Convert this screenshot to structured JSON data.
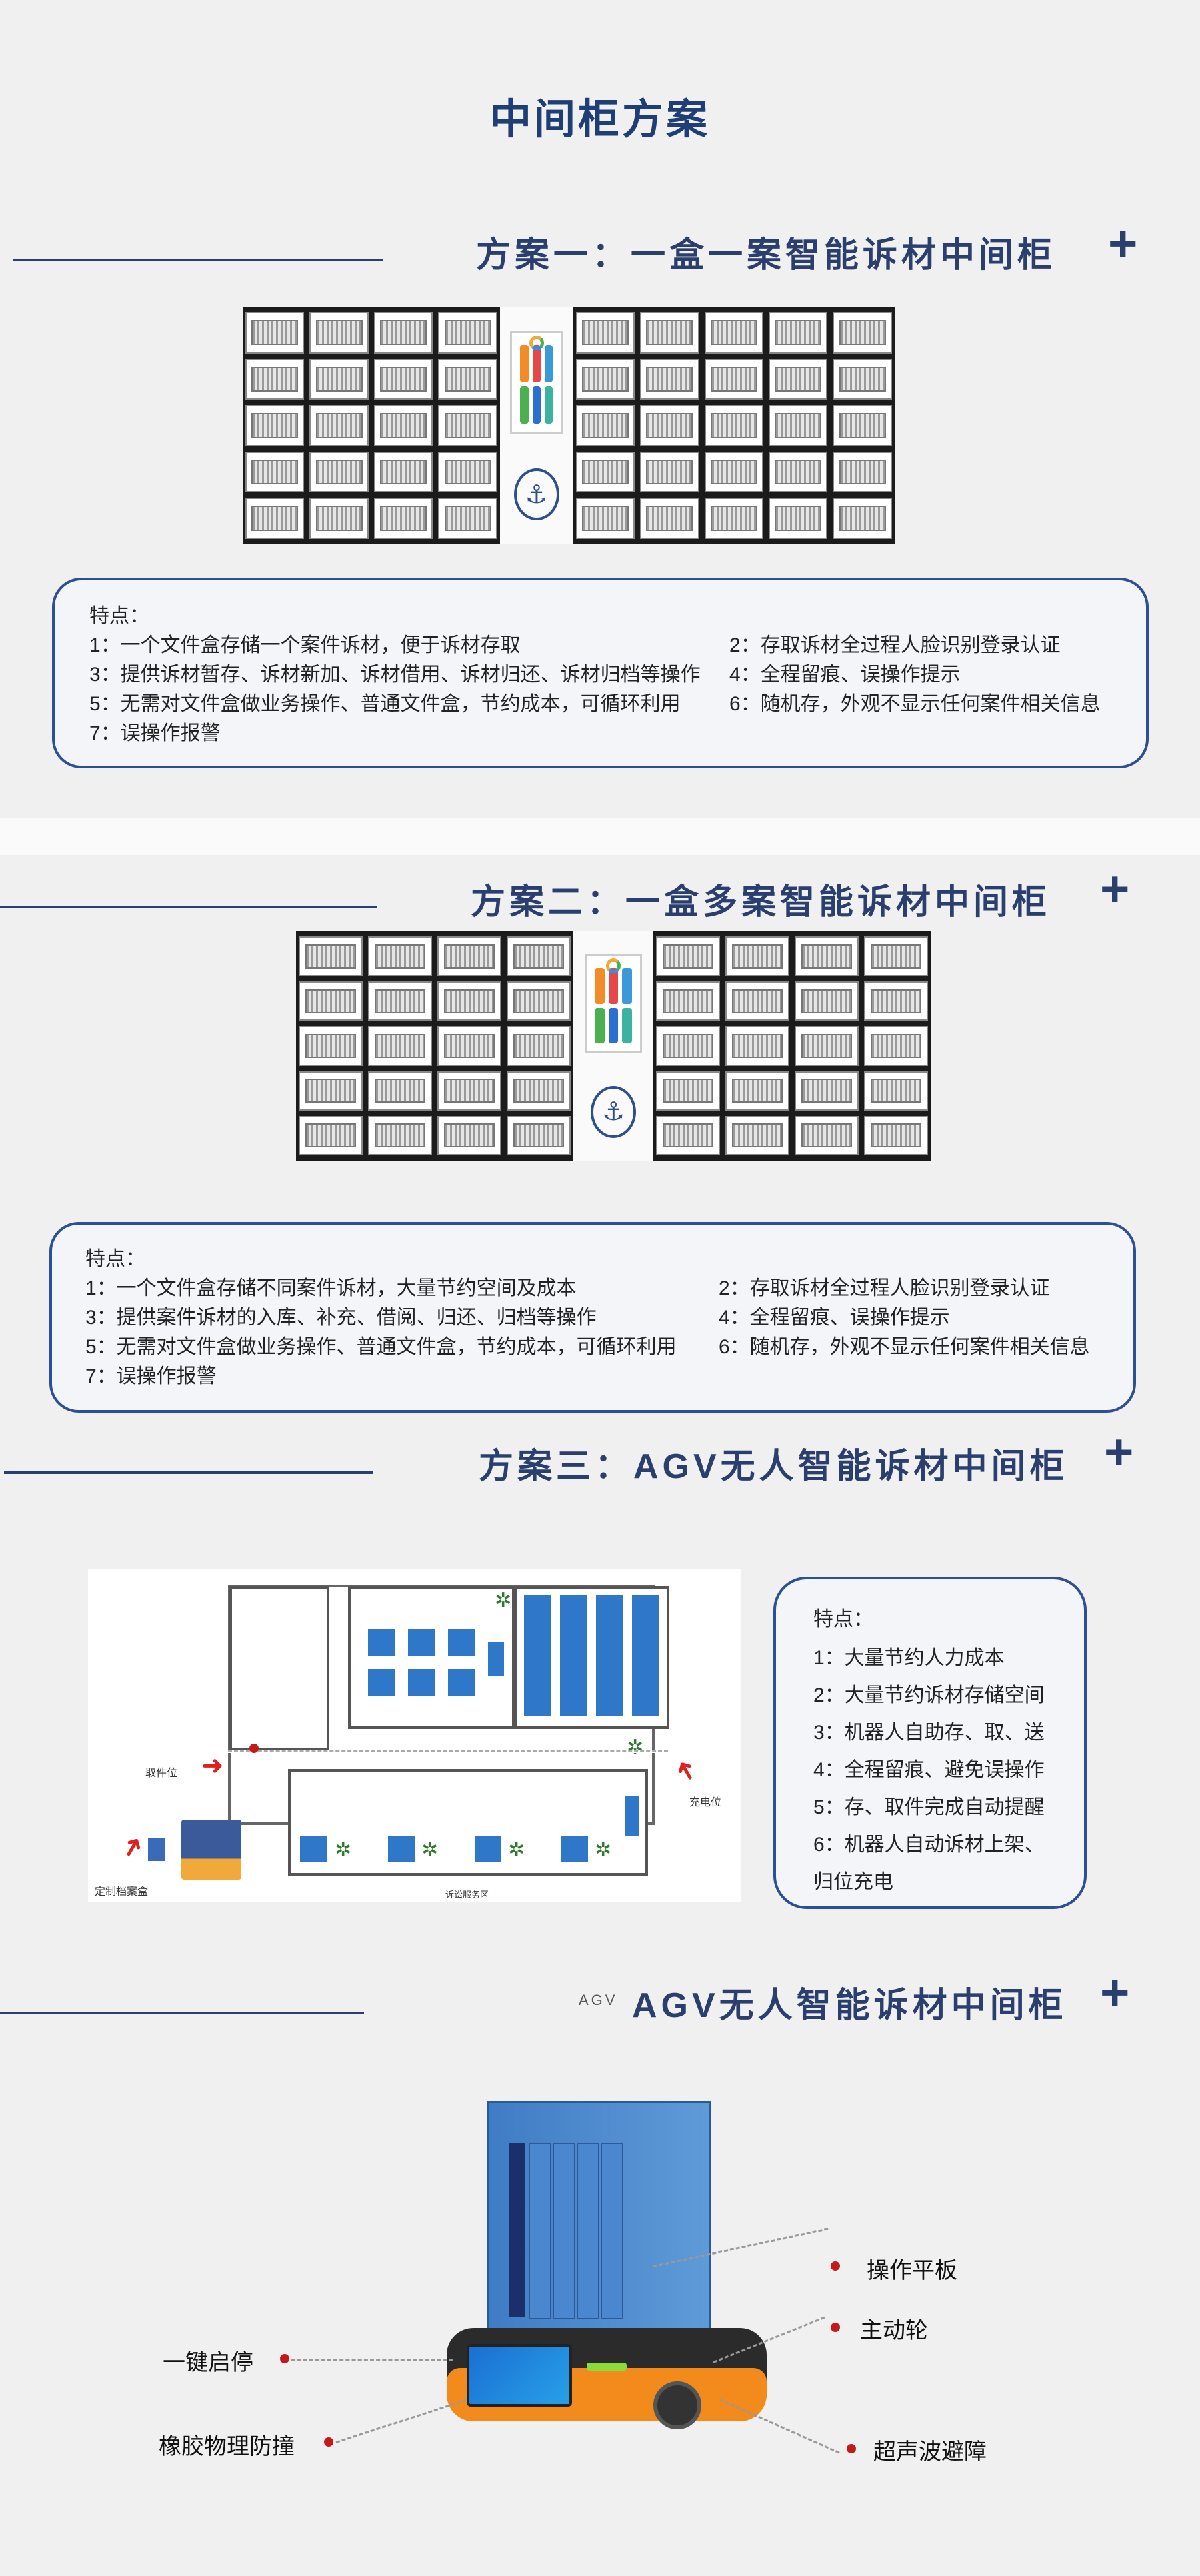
{
  "page_title": "中间柜方案",
  "colors": {
    "accent": "#2b3f6e",
    "title": "#1f3e76",
    "border": "#2d4f93",
    "bin_blue": "#2f77c9"
  },
  "sections": [
    {
      "title": "方案一：一盒一案智能诉材中间柜",
      "features_head": "特点：",
      "features": [
        "1：一个文件盒存储一个案件诉材，便于诉材存取",
        "2：存取诉材全过程人脸识别登录认证",
        "3：提供诉材暂存、诉材新加、诉材借用、诉材归还、诉材归档等操作",
        "4：全程留痕、误操作提示",
        "5：无需对文件盒做业务操作、普通文件盒，节约成本，可循环利用",
        "6：随机存，外观不显示任何案件相关信息",
        "7：误操作报警"
      ]
    },
    {
      "title": "方案二：一盒多案智能诉材中间柜",
      "features_head": "特点：",
      "features": [
        "1：一个文件盒存储不同案件诉材，大量节约空间及成本",
        "2：存取诉材全过程人脸识别登录认证",
        "3：提供案件诉材的入库、补充、借阅、归还、归档等操作",
        "4：全程留痕、误操作提示",
        "5：无需对文件盒做业务操作、普通文件盒，节约成本，可循环利用",
        "6：随机存，外观不显示任何案件相关信息",
        "7：误操作报警"
      ]
    },
    {
      "title": "方案三：AGV无人智能诉材中间柜",
      "features_head": "特点：",
      "features": [
        "1：大量节约人力成本",
        "2：大量节约诉材存储空间",
        "3：机器人自助存、取、送",
        "4：全程留痕、避免误操作",
        "5：存、取件完成自动提醒",
        "6：机器人自动诉材上架、",
        "归位充电"
      ],
      "map_labels": {
        "pickup": "取件位",
        "charge": "充电位",
        "custom": "定制档案盒",
        "corridor": "诉讼服务区"
      }
    },
    {
      "prefix": "AGV",
      "title": "AGV无人智能诉材中间柜",
      "callouts": {
        "tablet": "操作平板",
        "drive": "主动轮",
        "start": "一键启停",
        "bumper": "橡胶物理防撞",
        "sonar": "超声波避障"
      }
    }
  ]
}
